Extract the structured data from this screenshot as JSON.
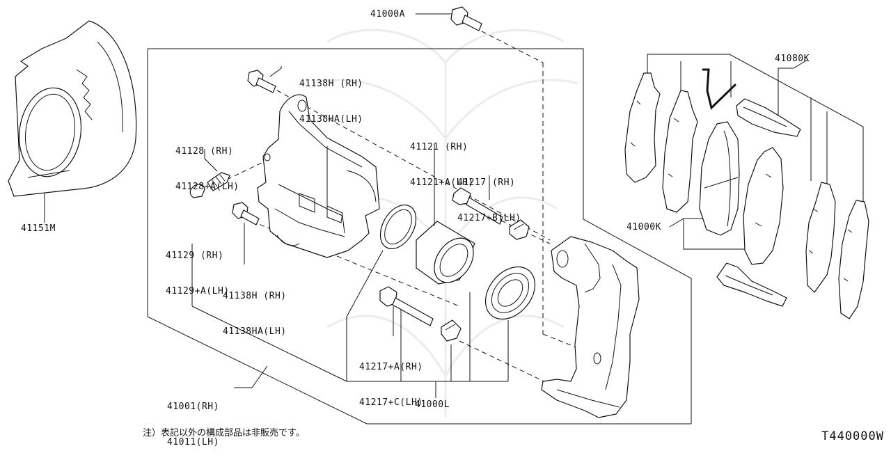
{
  "labels": {
    "p41000A": "41000A",
    "p41138H_top": [
      "41138H (RH)",
      "41138HA(LH)"
    ],
    "p41080K": "41080K",
    "p41128": [
      "41128 (RH)",
      "41128+A(LH)"
    ],
    "p41121": [
      "41121 (RH)",
      "41121+A(LH)"
    ],
    "p41217": [
      "41217 (RH)",
      "41217+B(LH)"
    ],
    "p41151M": "41151M",
    "p41000K": "41000K",
    "p41129": [
      "41129 (RH)",
      "41129+A(LH)"
    ],
    "p41138H_mid": [
      "41138H (RH)",
      "41138HA(LH)"
    ],
    "p41217A": [
      "41217+A(RH)",
      "41217+C(LH)"
    ],
    "p41001": [
      "41001(RH)",
      "41011(LH)"
    ],
    "p41000L": "41000L"
  },
  "note": "注）表記以外の構成部品は非販売です。",
  "ref_code": "T440000W"
}
